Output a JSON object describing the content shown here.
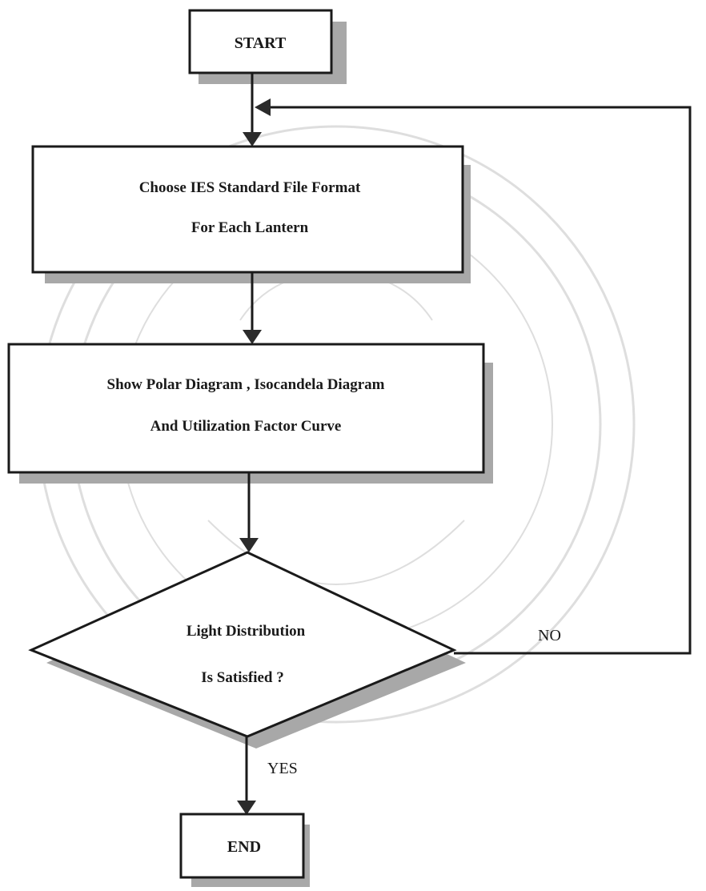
{
  "nodes": {
    "start": {
      "label": "START"
    },
    "choose": {
      "line1": "Choose IES Standard File Format",
      "line2": "For Each Lantern"
    },
    "show": {
      "line1": "Show Polar Diagram , Isocandela Diagram",
      "line2": "And Utilization Factor Curve"
    },
    "decision": {
      "line1": "Light Distribution",
      "line2": "Is Satisfied ?"
    },
    "end": {
      "label": "END"
    }
  },
  "edges": {
    "no_label": "NO",
    "yes_label": "YES"
  },
  "colors": {
    "stroke": "#1a1a1a",
    "shadow": "#a8a8a8",
    "watermark": "#dcdcdc"
  }
}
